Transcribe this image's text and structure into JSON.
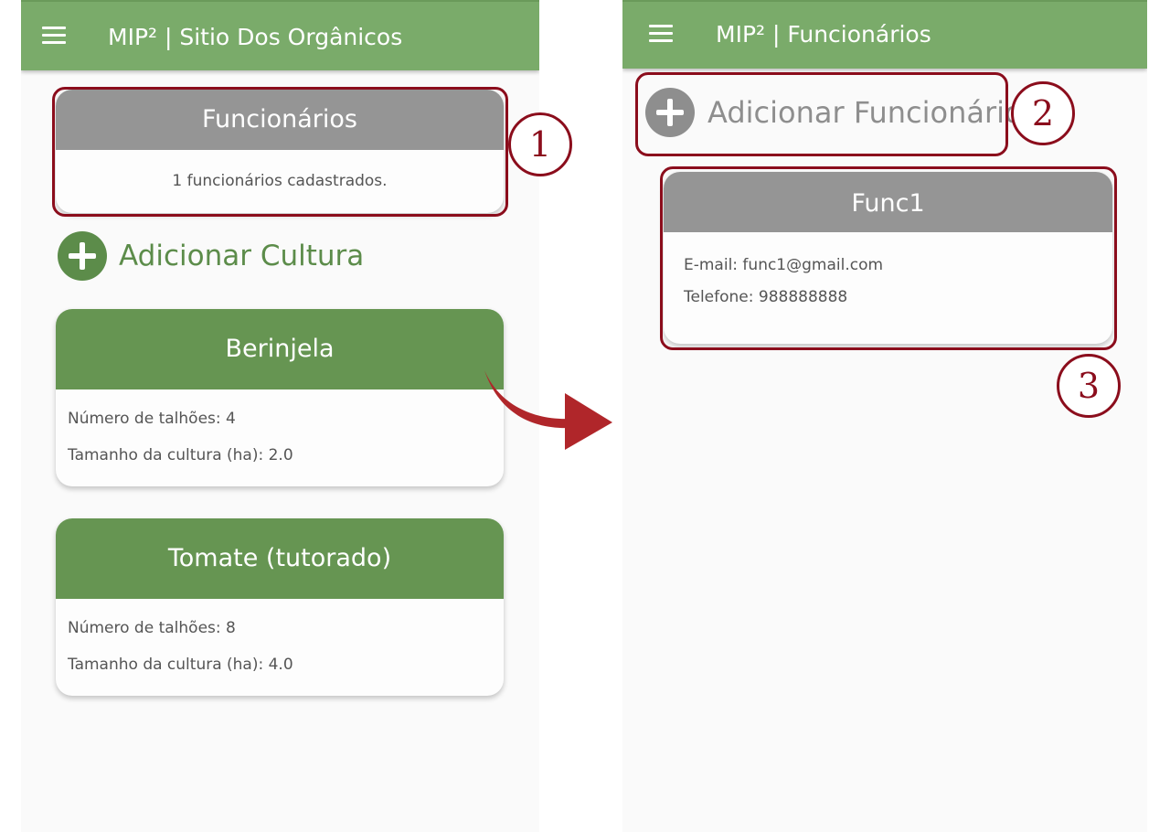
{
  "colors": {
    "appbar": "#7aab6a",
    "card_header_green": "#669552",
    "card_header_gray": "#959595",
    "add_cultura": "#5c8c4a",
    "add_funcionario": "#8e8e8e",
    "annotation": "#8b0d1c",
    "background": "#fafafa"
  },
  "left_screen": {
    "appbar": {
      "menu_icon": "hamburger-menu-icon",
      "title": "MIP² | Sitio Dos Orgânicos"
    },
    "funcionarios_card": {
      "title": "Funcionários",
      "summary": "1 funcionários cadastrados."
    },
    "add_cultura": {
      "icon": "add-circle-icon",
      "label": "Adicionar Cultura"
    },
    "crops": [
      {
        "name": "Berinjela",
        "talhoes": "Número de talhões: 4",
        "tamanho": "Tamanho da cultura (ha): 2.0"
      },
      {
        "name": "Tomate (tutorado)",
        "talhoes": "Número de talhões: 8",
        "tamanho": "Tamanho da cultura (ha): 4.0"
      }
    ]
  },
  "right_screen": {
    "appbar": {
      "menu_icon": "hamburger-menu-icon",
      "title": "MIP² | Funcionários"
    },
    "add_funcionario": {
      "icon": "add-circle-icon",
      "label": "Adicionar Funcionário"
    },
    "employees": [
      {
        "name": "Func1",
        "email": "E-mail: func1@gmail.com",
        "phone": "Telefone: 988888888"
      }
    ]
  },
  "annotations": {
    "labels": [
      "1",
      "2",
      "3"
    ],
    "arrow_icon": "curved-arrow-icon"
  }
}
